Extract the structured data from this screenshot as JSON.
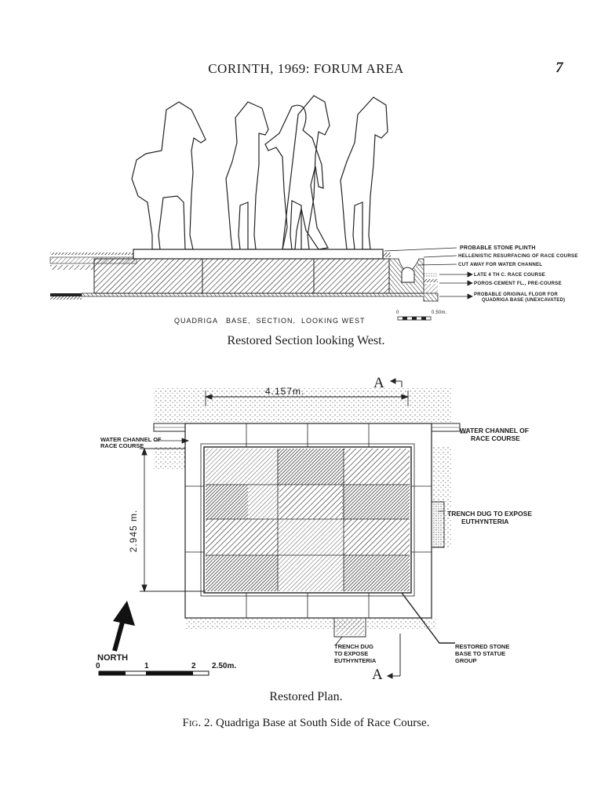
{
  "header": {
    "running_title": "CORINTH, 1969: FORUM AREA",
    "page_number": "7"
  },
  "section_drawing": {
    "title": "QUADRIGA   BASE,  SECTION,  LOOKING WEST",
    "caption": "Restored Section looking West.",
    "scale_end": "0.50m.",
    "scale_start": "0",
    "labels": [
      "PROBABLE STONE PLINTH",
      "HELLENISTIC RESURFACING OF RACE COURSE",
      "CUT AWAY FOR WATER CHANNEL",
      "LATE 4 TH  C. RACE COURSE",
      "POROS-CEMENT FL., PRE-COURSE",
      "PROBABLE ORIGINAL FLOOR FOR",
      "QUADRIGA BASE (UNEXCAVATED)"
    ]
  },
  "plan_drawing": {
    "caption": "Restored Plan.",
    "width_dim": "4.157m.",
    "height_dim": "2.945 m.",
    "section_marker": "A",
    "north_label": "NORTH",
    "water_channel_left": [
      "WATER CHANNEL OF",
      "RACE COURSE"
    ],
    "water_channel_right": [
      "WATER CHANNEL OF",
      "RACE COURSE"
    ],
    "trench_right": [
      "TRENCH DUG TO EXPOSE",
      "EUTHYNTERIA"
    ],
    "trench_bottom": [
      "TRENCH DUG",
      "TO EXPOSE",
      "EUTHYNTERIA"
    ],
    "restored_base": [
      "RESTORED STONE",
      "BASE TO STATUE",
      "GROUP"
    ],
    "scale_ticks": [
      "0",
      "1",
      "2",
      "2.50m."
    ]
  },
  "figure_caption": {
    "label": "Fig. 2.",
    "text": "Quadriga Base at South Side of Race Course."
  }
}
